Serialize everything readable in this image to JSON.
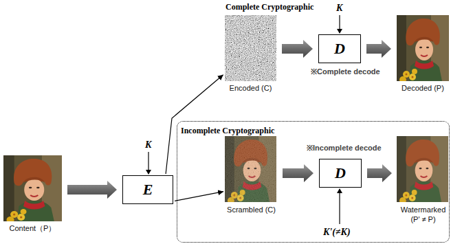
{
  "diagram": {
    "nodes": [
      {
        "text": [
          "Content（P）"
        ]
      },
      {
        "text": [
          "E"
        ]
      },
      {
        "text": [
          "Encoded (C)"
        ]
      },
      {
        "text": [
          "D"
        ]
      },
      {
        "text": [
          "Decoded (P)"
        ]
      },
      {
        "text": [
          "Incomplete Cryptographic"
        ]
      },
      {
        "text": [
          "Scrambled (C)"
        ],
        "in": 5
      },
      {
        "text": [
          "D"
        ],
        "in": 5
      },
      {
        "text": [
          "Watermarked (P' ≠ P)"
        ],
        "in": 5
      }
    ],
    "edges": [
      {
        "from": 0,
        "to": 1,
        "arrow": "to"
      },
      {
        "from": 1,
        "to": 2,
        "arrow": "to"
      },
      {
        "from": 1,
        "to": 6,
        "arrow": "to"
      },
      {
        "from": 2,
        "to": 3,
        "arrow": "to"
      },
      {
        "from": 3,
        "to": 4,
        "arrow": "to"
      },
      {
        "from": 6,
        "to": 7,
        "arrow": "to"
      },
      {
        "from": 7,
        "to": 8,
        "arrow": "to"
      }
    ],
    "labels": [
      "Complete Cryptographic",
      "K",
      "K",
      "※Complete decode",
      "※Incomplete decode",
      "K'(≠K)"
    ]
  }
}
